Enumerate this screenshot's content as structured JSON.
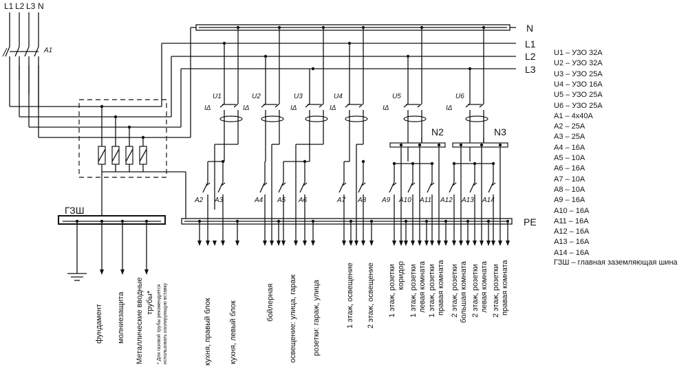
{
  "input": {
    "l1": "L1",
    "l2": "L2",
    "l3": "L3",
    "n": "N",
    "main_breaker": "A1"
  },
  "buses": {
    "n": "N",
    "l1": "L1",
    "l2": "L2",
    "l3": "L3",
    "pe": "PE",
    "n2": "N2",
    "n3": "N3",
    "gzsh": "ГЗШ"
  },
  "rcd_symbol": "IΔ",
  "rcds": [
    "U1",
    "U2",
    "U3",
    "U4",
    "U5",
    "U6"
  ],
  "breakers": [
    "A2",
    "A3",
    "A4",
    "A5",
    "A6",
    "A7",
    "A8",
    "A9",
    "A10",
    "A11",
    "A12",
    "A13",
    "A14"
  ],
  "ground_items": [
    "фундамент",
    "молниезащита",
    "Металлические вводные",
    "трубы*"
  ],
  "ground_note": [
    "* Для газовой трубы рекомендуется",
    "использовать изолирующую вставку"
  ],
  "circuits": [
    [
      "кухня, правый блок"
    ],
    [
      "кухня, левый блок"
    ],
    [
      "бойлерная"
    ],
    [
      "освещение: улица, гараж"
    ],
    [
      "розетки: гараж, улица"
    ],
    [
      "1 этаж, освещение"
    ],
    [
      "2 этаж, освещение"
    ],
    [
      "1 этаж, розетки",
      "коридор"
    ],
    [
      "1 этаж, розетки",
      "левая комната"
    ],
    [
      "1 этаж, розетки",
      "правая комната"
    ],
    [
      "2 этаж, розетки",
      "большая комната"
    ],
    [
      "2 этаж, розетки",
      "левая комната"
    ],
    [
      "2 этаж, розетки",
      "правая комната"
    ]
  ],
  "legend": [
    "U1 – УЗО 32А",
    "U2 – УЗО 32А",
    "U3 – УЗО 25А",
    "U4 – УЗО 16А",
    "U5 – УЗО 25А",
    "U6 – УЗО 25А",
    "A1 – 4x40A",
    "A2 – 25A",
    "A3 – 25A",
    "A4 – 16A",
    "A5 – 10A",
    "A6 – 16A",
    "A7 – 10A",
    "A8 – 10A",
    "A9 – 16A",
    "A10 – 16A",
    "A11 – 16A",
    "A12 – 16A",
    "A13 – 16A",
    "A14 – 16A"
  ],
  "legend_note": "ГЗШ – главная заземляющая шина"
}
